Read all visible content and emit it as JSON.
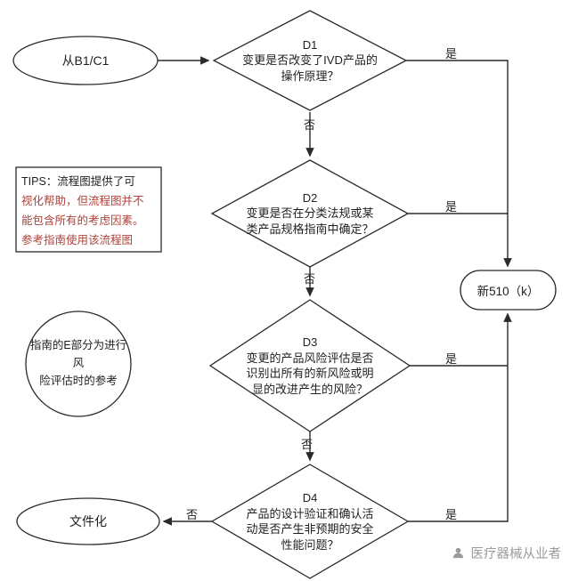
{
  "nodes": {
    "start": {
      "label": "从B1/C1"
    },
    "d1": {
      "id": "D1",
      "line1": "变更是否改变了IVD产品的",
      "line2": "操作原理？"
    },
    "d2": {
      "id": "D2",
      "line1": "变更是否在分类法规或某",
      "line2": "类产品规格指南中确定？"
    },
    "d3": {
      "id": "D3",
      "line1": "变更的产品风险评估是否",
      "line2": "识别出所有的新风险或明",
      "line3": "显的改进产生的风险？"
    },
    "d4": {
      "id": "D4",
      "line1": "产品的设计验证和确认活",
      "line2": "动是否产生非预期的安全",
      "line3": "性能问题？"
    },
    "new510k": {
      "label": "新510（k）"
    },
    "document": {
      "label": "文件化"
    }
  },
  "tips": {
    "line1": "TIPS：流程图提供了可",
    "line2": "视化帮助，但流程图并不",
    "line3": "能包含所有的考虑因素。",
    "line4": "参考指南使用该流程图"
  },
  "risk_note": {
    "line1": "指南的E部分为进行风",
    "line2": "险评估时的参考"
  },
  "edge_labels": {
    "yes": "是",
    "no": "否"
  },
  "watermark": {
    "text": "医疗器械从业者"
  },
  "colors": {
    "line_color": "#2a2a2a",
    "text_color": "#1f1f1f",
    "tips_red": "#b0413a",
    "watermark_gray": "#9b9b9b"
  }
}
